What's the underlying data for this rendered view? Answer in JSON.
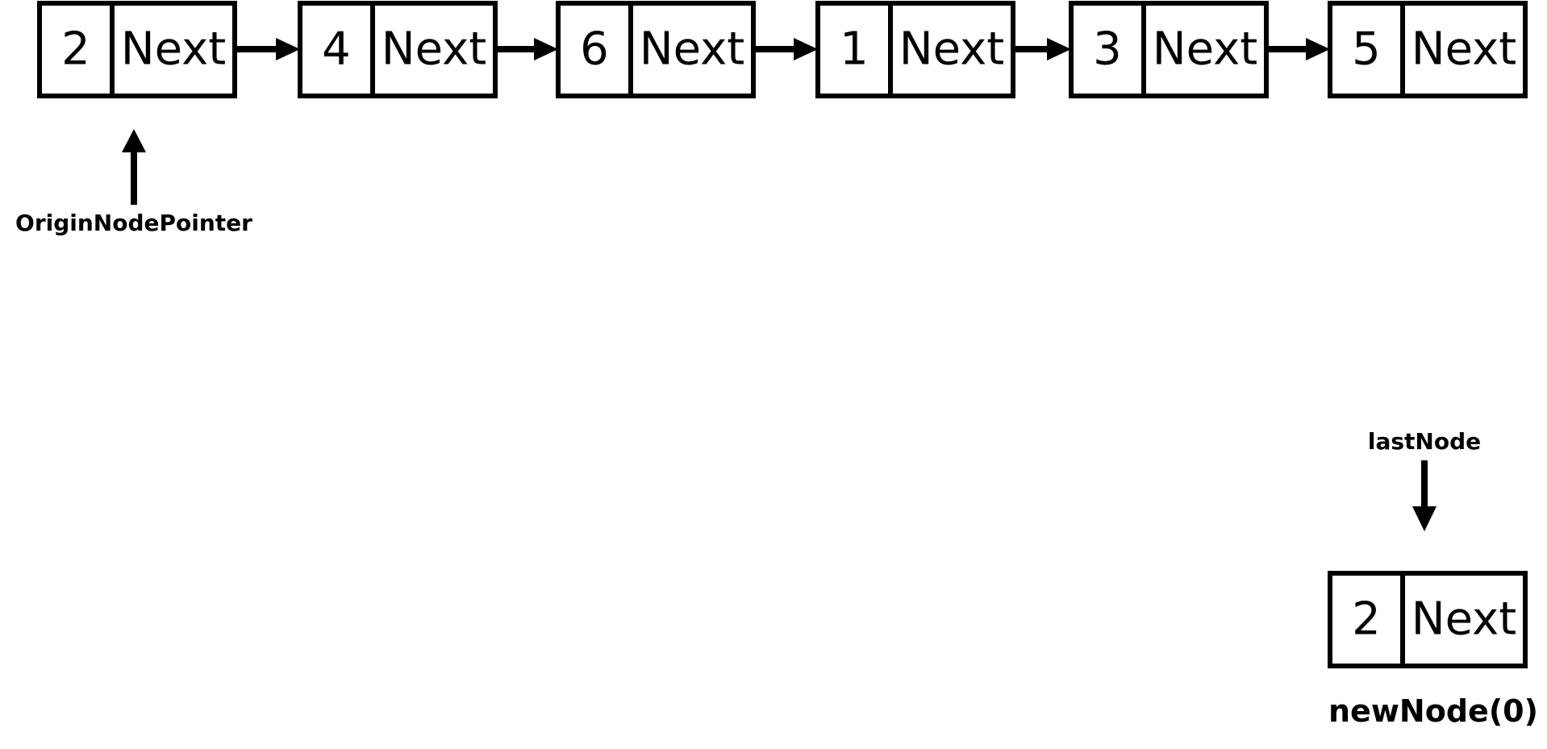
{
  "list": {
    "nodes": [
      {
        "value": "2",
        "next_label": "Next"
      },
      {
        "value": "4",
        "next_label": "Next"
      },
      {
        "value": "6",
        "next_label": "Next"
      },
      {
        "value": "1",
        "next_label": "Next"
      },
      {
        "value": "3",
        "next_label": "Next"
      },
      {
        "value": "5",
        "next_label": "Next"
      }
    ]
  },
  "origin_pointer": {
    "label": "OriginNodePointer"
  },
  "new_node": {
    "value": "2",
    "next_label": "Next",
    "caption": "newNode(0)"
  },
  "last_node_pointer": {
    "label": "lastNode"
  }
}
